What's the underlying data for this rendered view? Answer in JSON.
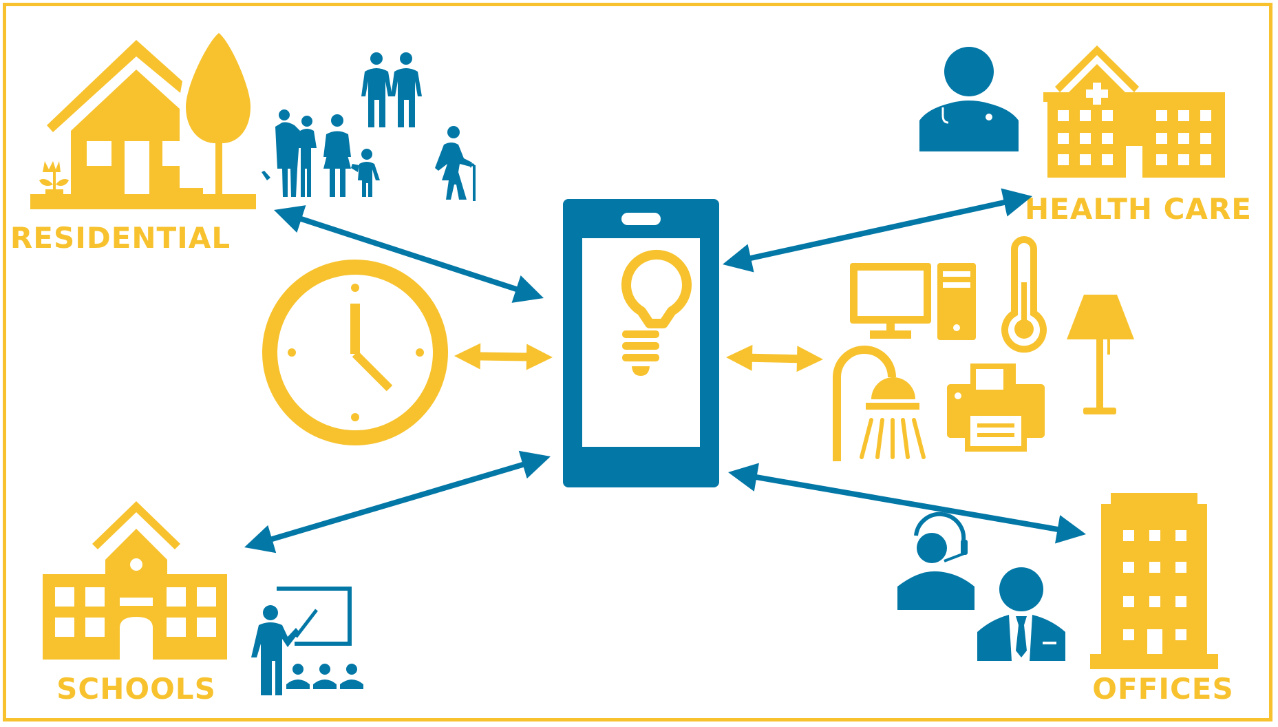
{
  "labels": {
    "residential": "RESIDENTIAL",
    "health_care": "HEALTH CARE",
    "schools": "SCHOOLS",
    "offices": "OFFICES"
  },
  "colors": {
    "yellow": "#F7C22E",
    "blue": "#0377A6",
    "background": "#FFFFFF"
  },
  "icons": [
    "house-icon",
    "tree-icon",
    "flower-icon",
    "family-icon",
    "couple-icon",
    "elderly-person-icon",
    "clock-icon",
    "smartphone-icon",
    "lightbulb-icon",
    "doctor-icon",
    "hospital-icon",
    "computer-icon",
    "thermometer-icon",
    "floor-lamp-icon",
    "shower-icon",
    "printer-icon",
    "school-icon",
    "teacher-icon",
    "call-center-agent-icon",
    "businessman-icon",
    "office-building-icon"
  ],
  "connections": [
    {
      "from": "smartphone",
      "to": "residential",
      "bidirectional": true
    },
    {
      "from": "smartphone",
      "to": "health-care",
      "bidirectional": true
    },
    {
      "from": "smartphone",
      "to": "schools",
      "bidirectional": true
    },
    {
      "from": "smartphone",
      "to": "offices",
      "bidirectional": true
    },
    {
      "from": "smartphone",
      "to": "clock",
      "bidirectional": true
    },
    {
      "from": "smartphone",
      "to": "appliances",
      "bidirectional": true
    }
  ]
}
